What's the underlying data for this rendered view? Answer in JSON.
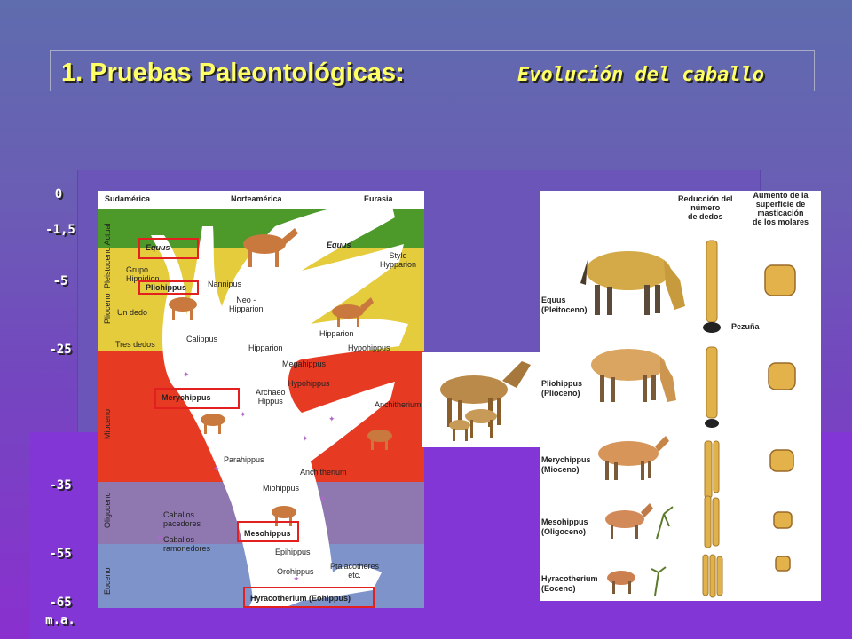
{
  "title": {
    "main": "1. Pruebas Paleontológicas:",
    "sub": "Evolución del caballo"
  },
  "time_axis": {
    "ticks": [
      "0",
      "-1,5",
      "-5",
      "-25",
      "-35",
      "-55",
      "-65",
      "m.a."
    ]
  },
  "phylogeny": {
    "regions": [
      "Sudamérica",
      "Norteamérica",
      "Eurasia"
    ],
    "epochs": [
      "Pleistoceno Actual",
      "Plioceno",
      "Mioceno",
      "Oligoceno",
      "Eoceno"
    ],
    "epoch_colors": [
      "#4d9a2a",
      "#e5cc3c",
      "#e63a22",
      "#8f78b0",
      "#7d93c9"
    ],
    "boxed_genera": [
      "Equus",
      "Pliohippus",
      "Merychippus",
      "Mesohippus",
      "Hyracotherium (Eohippus)"
    ],
    "labels": {
      "equus_right": "Equus",
      "grupo_hippidion": "Grupo\nHippidion",
      "stylo_hypparion": "Stylo\nHypparion",
      "nannipus": "Nannipus",
      "neo_hipparion": "Neo -\nHipparion",
      "un_dedo": "Un dedo",
      "tres_dedos": "Tres dedos",
      "calippus": "Calippus",
      "hipparion_1": "Hipparion",
      "hipparion_2": "Hipparion",
      "hypohippus_1": "Hypohippus",
      "megahippus": "Megahippus",
      "hypohippus_2": "Hypohippus",
      "archaeo_hippus": "Archaeo\nHippus",
      "anchitherium_1": "Anchitherium",
      "parahippus": "Parahippus",
      "anchitherium_2": "Anchitherium",
      "miohippus": "Miohippus",
      "caballos_pacedores": "Caballos\npacedores",
      "caballos_ramonedores": "Caballos\nramonedores",
      "epihippus": "Epihippus",
      "orohippus": "Orohippus",
      "ptalacotheres": "Ptalacotheres\netc."
    }
  },
  "comparison": {
    "col_toes": "Reducción del\nnúmero\nde dedos",
    "col_molars": "Aumento de la\nsuperficie de\nmasticación\nde los molares",
    "pezuna": "Pezuña",
    "species": [
      {
        "name": "Equus",
        "epoch": "(Pleitoceno)"
      },
      {
        "name": "Pliohippus",
        "epoch": "(Plioceno)"
      },
      {
        "name": "Merychippus",
        "epoch": "(Mioceno)"
      },
      {
        "name": "Mesohippus",
        "epoch": "(Oligoceno)"
      },
      {
        "name": "Hyracotherium",
        "epoch": "(Eoceno)"
      }
    ]
  }
}
